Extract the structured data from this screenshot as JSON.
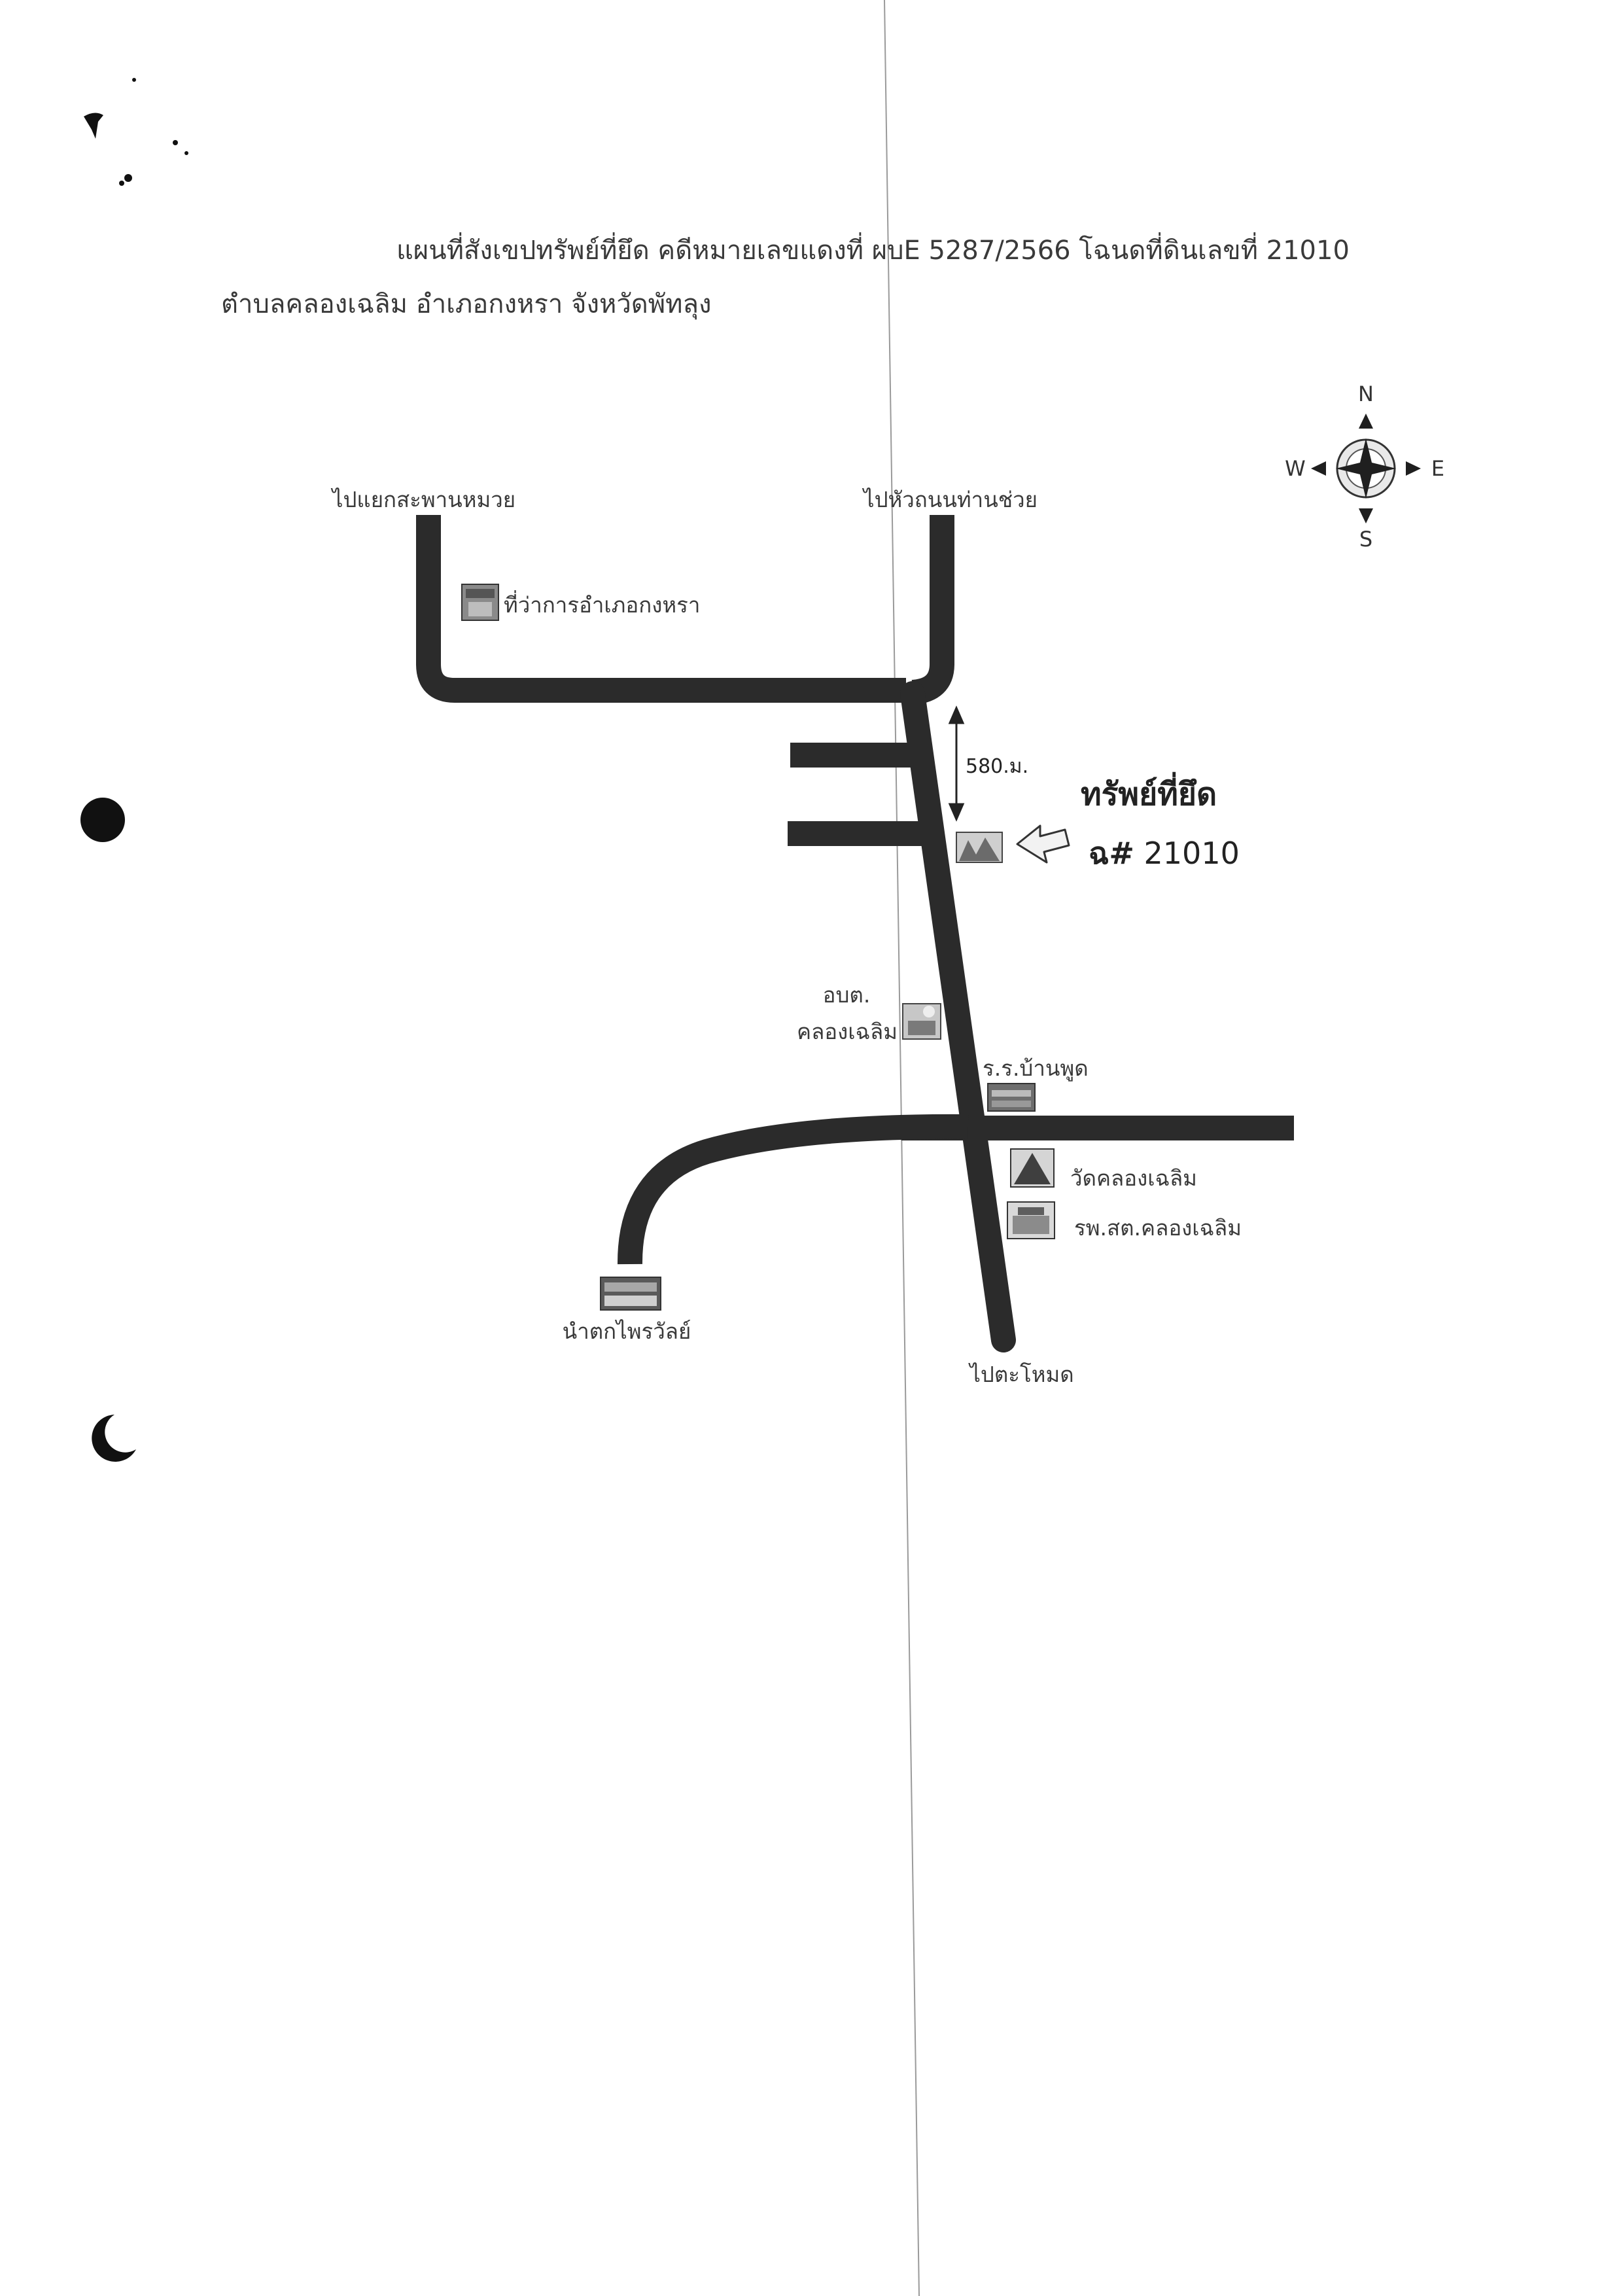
{
  "header": {
    "line1": "แผนที่สังเขปทรัพย์ที่ยึด  คดีหมายเลขแดงที่ ผบE 5287/2566  โฉนดที่ดินเลขที่ 21010",
    "line2": "ตำบลคลองเฉลิม อำเภอกงหรา  จังหวัดพัทลุง"
  },
  "compass": {
    "n": "N",
    "s": "S",
    "e": "E",
    "w": "W"
  },
  "roads": {
    "to_sapan_muay": "ไปแยกสะพานหมวย",
    "to_hua_thanon": "ไปหัวถนนท่านช่วย",
    "to_tamod": "ไปตะโหมด"
  },
  "landmarks": {
    "district_office": "ที่ว่าการอำเภอกงหรา",
    "sao_line1": "อบต.",
    "sao_line2": "คลองเฉลิม",
    "school": "ร.ร.บ้านพูด",
    "temple": "วัดคลองเฉลิม",
    "health_center": "รพ.สต.คลองเฉลิม",
    "waterfall": "นำตกไพรวัลย์"
  },
  "distance": "580.ม.",
  "property": {
    "title": "ทรัพย์ที่ยึด",
    "deed_prefix": "ฉ#",
    "deed_number": "21010"
  }
}
